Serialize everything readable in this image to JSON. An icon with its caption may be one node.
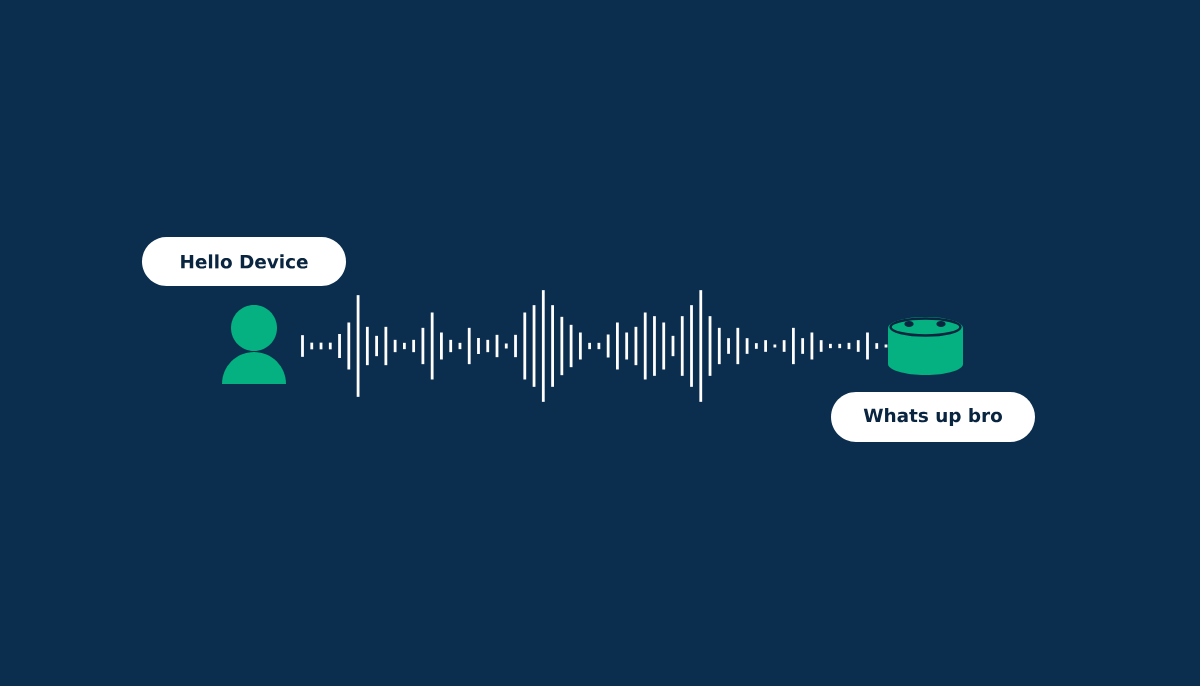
{
  "diagram": {
    "nodes": [
      {
        "text": [
          "Hello Device"
        ]
      },
      {
        "text": [],
        "shape": "person"
      },
      {
        "text": [],
        "shape": "cylinder"
      },
      {
        "text": [
          "Whats up bro"
        ]
      }
    ]
  }
}
